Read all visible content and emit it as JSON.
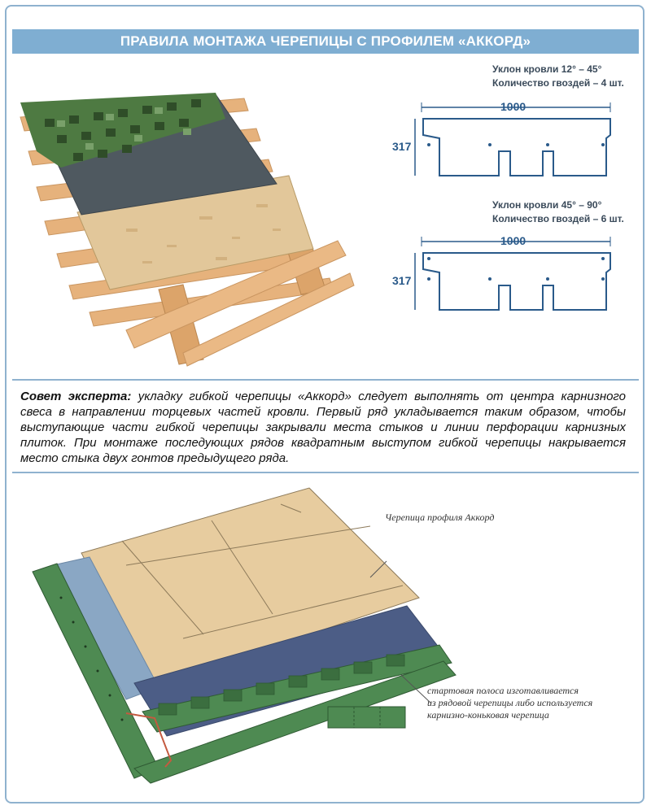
{
  "header": {
    "title": "ПРАВИЛА МОНТАЖА ЧЕРЕПИЦЫ С ПРОФИЛЕМ «АККОРД»"
  },
  "diagram_top": {
    "shingle_a": {
      "spec_line1": "Уклон кровли 12° – 45°",
      "spec_line2": "Количество гвоздей – 4 шт.",
      "width_label": "1000",
      "height_label": "317"
    },
    "shingle_b": {
      "spec_line1": "Уклон кровли 45° – 90°",
      "spec_line2": "Количество гвоздей – 6 шт.",
      "width_label": "1000",
      "height_label": "317"
    }
  },
  "advice": {
    "lead": "Совет эксперта:",
    "text": " укладку гибкой черепицы «Аккорд» следует выполнять от центра карнизного свеса в направлении торцевых частей кровли. Первый ряд укладывается таким образом, чтобы выступающие части гибкой черепицы закрывали места стыков и линии перфорации карнизных плиток. При монтаже последующих рядов квадратным выступом гибкой черепицы накрывается место стыка двух гонтов предыдущего ряда."
  },
  "diagram_bottom": {
    "label_profile": "Черепица профиля Аккорд",
    "label_starter_line1": "стартовая полоса изготавливается",
    "label_starter_line2": "из рядовой черепицы либо используется",
    "label_starter_line3": "карнизно-коньковая черепица"
  },
  "colors": {
    "frame": "#8fb2cf",
    "header": "#7faed2",
    "shingle_green": "#4e7a42",
    "membrane": "#4f5960",
    "osb": "#e2c79a",
    "wood": "#e6b27c",
    "blue_strip": "#8aa7c4",
    "dark_blue_strip": "#4c5d86",
    "metal_green": "#4e8a52",
    "profile_line": "#2a5a8a"
  }
}
